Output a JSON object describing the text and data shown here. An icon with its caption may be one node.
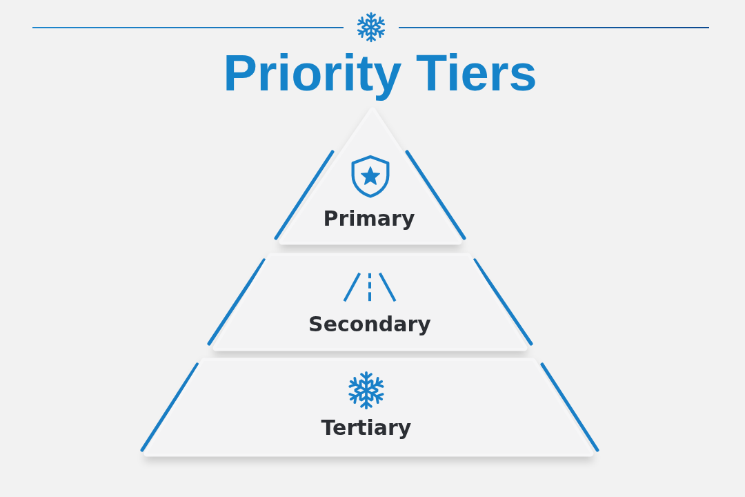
{
  "diagram": {
    "title": "Priority Tiers",
    "nodes": [
      {
        "text": [
          "Primary"
        ]
      },
      {
        "text": [
          "Secondary"
        ]
      },
      {
        "text": [
          "Tertiary"
        ]
      }
    ]
  }
}
